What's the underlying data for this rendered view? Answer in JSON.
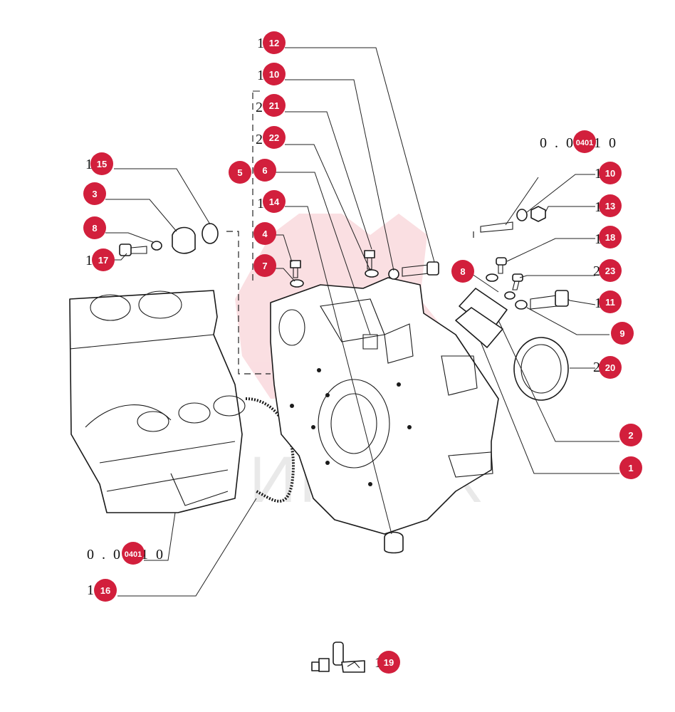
{
  "colors": {
    "marker": "#d21f3c",
    "watermark": "#f2a9b3",
    "ink": "#1a1a1a"
  },
  "watermark_text": "ИНТЕХ",
  "code_labels": {
    "top_right": "0 . 0401 0",
    "bottom_left": "0 . 0401 0"
  },
  "markers": [
    "12",
    "10",
    "21",
    "22",
    "15",
    "5",
    "6",
    "3",
    "14",
    "8",
    "17",
    "4",
    "7",
    "10",
    "13",
    "18",
    "8",
    "23",
    "11",
    "9",
    "20",
    "2",
    "1",
    "16",
    "19",
    "0401",
    "0401"
  ],
  "callout_prefixes": {
    "c12": "1",
    "c10a": "1",
    "c21": "2",
    "c22": "2",
    "c15": "1",
    "c17": "1",
    "c14": "1",
    "c10b": "1",
    "c13": "1",
    "c18": "1",
    "c23": "2",
    "c11": "1",
    "c20": "2",
    "c16": "1",
    "c19": "1"
  },
  "icons": [
    "camshaft-housing-icon",
    "legend-parts-icon"
  ]
}
